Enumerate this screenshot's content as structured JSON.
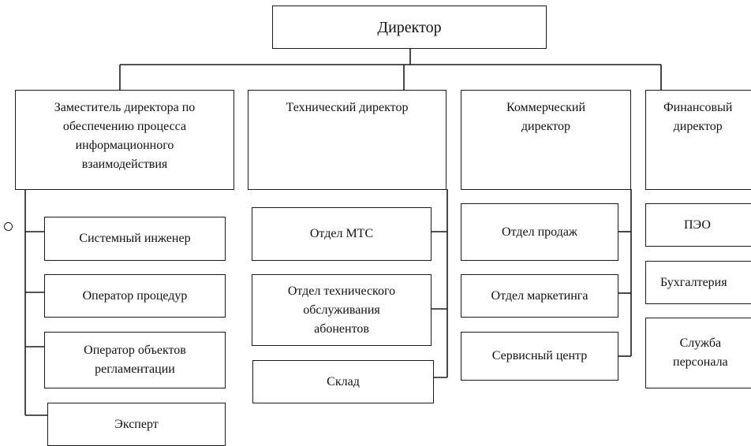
{
  "director": "Директор",
  "departments": [
    {
      "head": "Заместитель директора по\nобеспечению процесса\nинформационного\nвзаимодействия",
      "units": [
        "Системный инженер",
        "Оператор процедур",
        "Оператор объектов\nрегламентации",
        "Эксперт"
      ]
    },
    {
      "head": "Технический директор",
      "units": [
        "Отдел МТС",
        "Отдел технического\nобслуживания\nабонентов",
        "Склад"
      ]
    },
    {
      "head": "Коммерческий\nдиректор",
      "units": [
        "Отдел продаж",
        "Отдел маркетинга",
        "Сервисный центр"
      ]
    },
    {
      "head": "Финансовый\nдиректор",
      "units": [
        "ПЭО",
        "Бухгалтерия",
        "Служба\nперсонала"
      ]
    }
  ]
}
